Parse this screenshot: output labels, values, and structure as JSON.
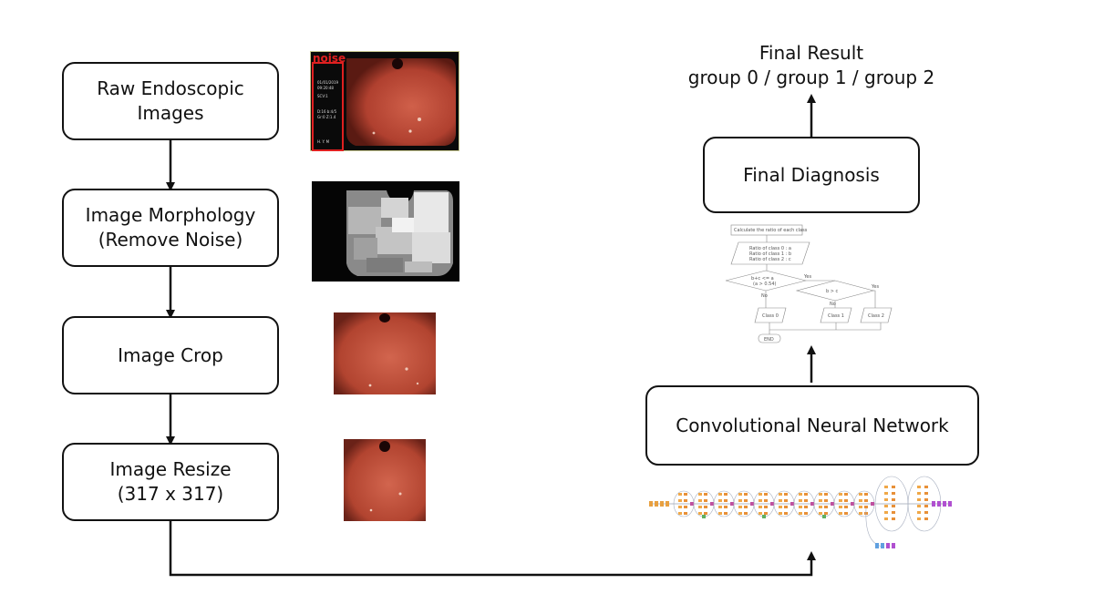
{
  "pipeline": {
    "steps": [
      {
        "label": "Raw Endoscopic\nImages"
      },
      {
        "label": "Image Morphology\n(Remove Noise)"
      },
      {
        "label": "Image Crop"
      },
      {
        "label": "Image Resize\n(317 x 317)"
      }
    ],
    "noise_label": "noise",
    "overlay_text": [
      "01/01/2019",
      "09:20:48",
      "SCV:1",
      "",
      "D:16 b:4/5",
      "Gr:0 Z:1.4",
      "",
      "H. Y. M"
    ]
  },
  "model": {
    "cnn_label": "Convolutional Neural Network",
    "diagnosis_label": "Final Diagnosis",
    "result_title": "Final Result",
    "result_groups": "group 0 / group 1 / group 2"
  },
  "flowchart": {
    "start": "Calculate the ratio of each class",
    "ratios": [
      "Ratio of class 0 : a",
      "Ratio of class 1 : b",
      "Ratio of class 2 : c"
    ],
    "decision1": [
      "b+c <= a",
      "(a > 0.54)"
    ],
    "decision2": "b > c",
    "yes": "Yes",
    "no": "No",
    "outputs": [
      "Class 0",
      "Class 1",
      "Class 2"
    ],
    "end": "END"
  },
  "colors": {
    "border": "#111111",
    "noise_red": "#e02020",
    "tissue": "#c0503e"
  }
}
